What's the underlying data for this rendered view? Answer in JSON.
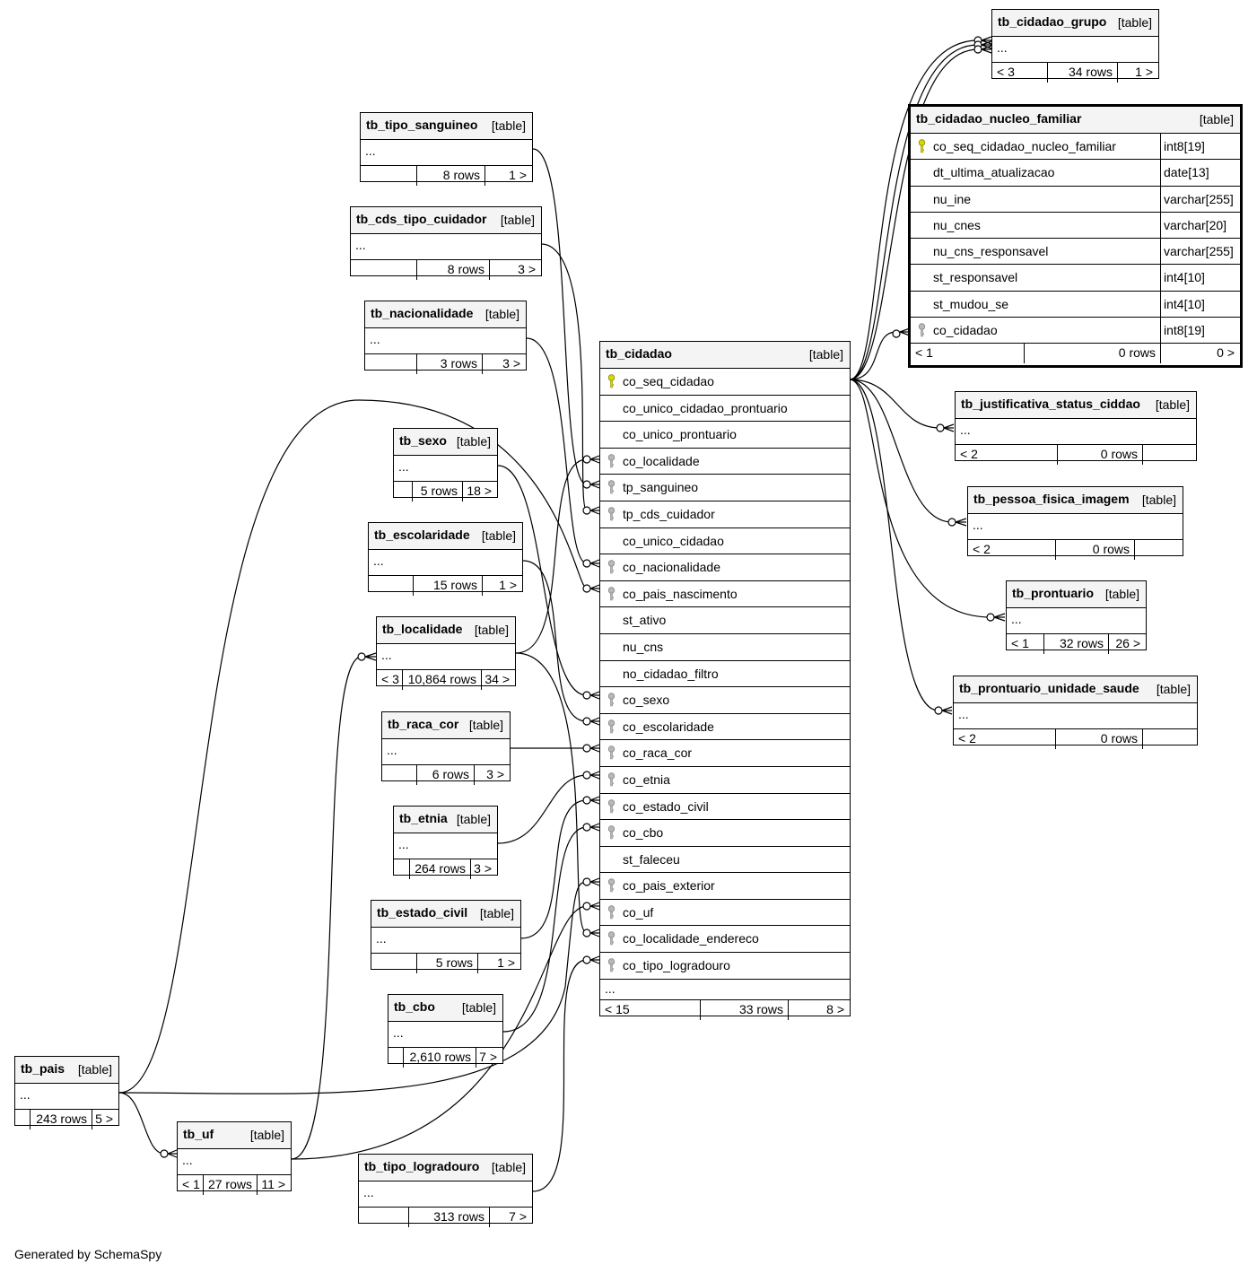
{
  "footer": "Generated by SchemaSpy",
  "table_type_label": "[table]",
  "ellipsis": "...",
  "tables": {
    "tb_cidadao_grupo": {
      "name": "tb_cidadao_grupo",
      "footer": [
        "< 3",
        "34 rows",
        "1 >"
      ]
    },
    "tb_cidadao_nucleo_familiar": {
      "name": "tb_cidadao_nucleo_familiar",
      "footer": [
        "< 1",
        "0 rows",
        "0 >"
      ],
      "columns": [
        {
          "name": "co_seq_cidadao_nucleo_familiar",
          "type": "int8[19]",
          "key": "primary"
        },
        {
          "name": "dt_ultima_atualizacao",
          "type": "date[13]",
          "key": ""
        },
        {
          "name": "nu_ine",
          "type": "varchar[255]",
          "key": ""
        },
        {
          "name": "nu_cnes",
          "type": "varchar[20]",
          "key": ""
        },
        {
          "name": "nu_cns_responsavel",
          "type": "varchar[255]",
          "key": ""
        },
        {
          "name": "st_responsavel",
          "type": "int4[10]",
          "key": ""
        },
        {
          "name": "st_mudou_se",
          "type": "int4[10]",
          "key": ""
        },
        {
          "name": "co_cidadao",
          "type": "int8[19]",
          "key": "foreign"
        }
      ]
    },
    "tb_tipo_sanguineo": {
      "name": "tb_tipo_sanguineo",
      "footer": [
        "",
        "8 rows",
        "1 >"
      ]
    },
    "tb_cds_tipo_cuidador": {
      "name": "tb_cds_tipo_cuidador",
      "footer": [
        "",
        "8 rows",
        "3 >"
      ]
    },
    "tb_nacionalidade": {
      "name": "tb_nacionalidade",
      "footer": [
        "",
        "3 rows",
        "3 >"
      ]
    },
    "tb_sexo": {
      "name": "tb_sexo",
      "footer": [
        "",
        "5 rows",
        "18 >"
      ]
    },
    "tb_escolaridade": {
      "name": "tb_escolaridade",
      "footer": [
        "",
        "15 rows",
        "1 >"
      ]
    },
    "tb_localidade": {
      "name": "tb_localidade",
      "footer": [
        "< 3",
        "10,864 rows",
        "34 >"
      ]
    },
    "tb_raca_cor": {
      "name": "tb_raca_cor",
      "footer": [
        "",
        "6 rows",
        "3 >"
      ]
    },
    "tb_etnia": {
      "name": "tb_etnia",
      "footer": [
        "",
        "264 rows",
        "3 >"
      ]
    },
    "tb_estado_civil": {
      "name": "tb_estado_civil",
      "footer": [
        "",
        "5 rows",
        "1 >"
      ]
    },
    "tb_cbo": {
      "name": "tb_cbo",
      "footer": [
        "",
        "2,610 rows",
        "7 >"
      ]
    },
    "tb_pais": {
      "name": "tb_pais",
      "footer": [
        "",
        "243 rows",
        "5 >"
      ]
    },
    "tb_uf": {
      "name": "tb_uf",
      "footer": [
        "< 1",
        "27 rows",
        "11 >"
      ]
    },
    "tb_tipo_logradouro": {
      "name": "tb_tipo_logradouro",
      "footer": [
        "",
        "313 rows",
        "7 >"
      ]
    },
    "tb_justificativa_status_ciddao": {
      "name": "tb_justificativa_status_ciddao",
      "footer": [
        "< 2",
        "0 rows",
        ""
      ]
    },
    "tb_pessoa_fisica_imagem": {
      "name": "tb_pessoa_fisica_imagem",
      "footer": [
        "< 2",
        "0 rows",
        ""
      ]
    },
    "tb_prontuario": {
      "name": "tb_prontuario",
      "footer": [
        "< 1",
        "32 rows",
        "26 >"
      ]
    },
    "tb_prontuario_unidade_saude": {
      "name": "tb_prontuario_unidade_saude",
      "footer": [
        "< 2",
        "0 rows",
        ""
      ]
    },
    "tb_cidadao": {
      "name": "tb_cidadao",
      "footer": [
        "< 15",
        "33 rows",
        "8 >"
      ],
      "columns": [
        {
          "name": "co_seq_cidadao",
          "key": "primary"
        },
        {
          "name": "co_unico_cidadao_prontuario",
          "key": ""
        },
        {
          "name": "co_unico_prontuario",
          "key": ""
        },
        {
          "name": "co_localidade",
          "key": "foreign"
        },
        {
          "name": "tp_sanguineo",
          "key": "foreign"
        },
        {
          "name": "tp_cds_cuidador",
          "key": "foreign"
        },
        {
          "name": "co_unico_cidadao",
          "key": ""
        },
        {
          "name": "co_nacionalidade",
          "key": "foreign"
        },
        {
          "name": "co_pais_nascimento",
          "key": "foreign"
        },
        {
          "name": "st_ativo",
          "key": ""
        },
        {
          "name": "nu_cns",
          "key": ""
        },
        {
          "name": "no_cidadao_filtro",
          "key": ""
        },
        {
          "name": "co_sexo",
          "key": "foreign"
        },
        {
          "name": "co_escolaridade",
          "key": "foreign"
        },
        {
          "name": "co_raca_cor",
          "key": "foreign"
        },
        {
          "name": "co_etnia",
          "key": "foreign"
        },
        {
          "name": "co_estado_civil",
          "key": "foreign"
        },
        {
          "name": "co_cbo",
          "key": "foreign"
        },
        {
          "name": "st_faleceu",
          "key": ""
        },
        {
          "name": "co_pais_exterior",
          "key": "foreign"
        },
        {
          "name": "co_uf",
          "key": "foreign"
        },
        {
          "name": "co_localidade_endereco",
          "key": "foreign"
        },
        {
          "name": "co_tipo_logradouro",
          "key": "foreign"
        }
      ]
    }
  }
}
